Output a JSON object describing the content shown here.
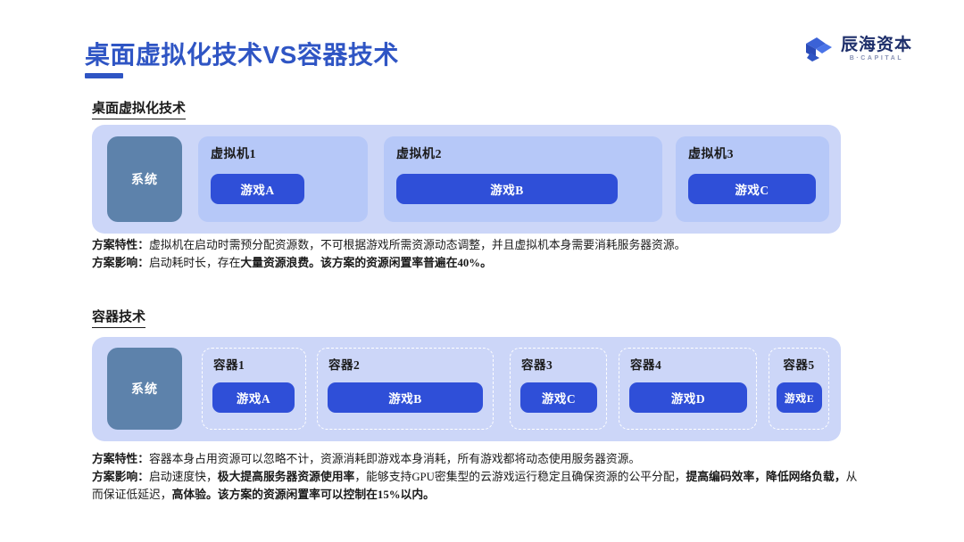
{
  "header": {
    "title": "桌面虚拟化技术VS容器技术",
    "accent_color": "#2f55c4",
    "logo": {
      "name_cn": "辰海资本",
      "name_en": "B·CAPITAL"
    }
  },
  "sections": [
    {
      "heading": "桌面虚拟化技术",
      "system_label": "系统",
      "blocks": [
        {
          "label": "虚拟机1",
          "game": "游戏A"
        },
        {
          "label": "虚拟机2",
          "game": "游戏B"
        },
        {
          "label": "虚拟机3",
          "game": "游戏C"
        }
      ],
      "notes": {
        "feature_lead": "方案特性：",
        "feature_text": "虚拟机在启动时需预分配资源数，不可根据游戏所需资源动态调整，并且虚拟机本身需要消耗服务器资源。",
        "impact_lead": "方案影响：",
        "impact_part1": "启动耗时长，存在",
        "impact_strong1": "大量资源浪费。",
        "impact_part2": "该方案的资源闲置率普遍在40%。"
      }
    },
    {
      "heading": "容器技术",
      "system_label": "系统",
      "blocks": [
        {
          "label": "容器1",
          "game": "游戏A"
        },
        {
          "label": "容器2",
          "game": "游戏B"
        },
        {
          "label": "容器3",
          "game": "游戏C"
        },
        {
          "label": "容器4",
          "game": "游戏D"
        },
        {
          "label": "容器5",
          "game": "游戏E"
        }
      ],
      "notes": {
        "feature_lead": "方案特性：",
        "feature_text": "容器本身占用资源可以忽略不计，资源消耗即游戏本身消耗，所有游戏都将动态使用服务器资源。",
        "impact_lead": "方案影响：",
        "impact_part1": "启动速度快，",
        "impact_strong1": "极大提高服务器资源使用率",
        "impact_part2": "，能够支持GPU密集型的云游戏运行稳定且确保资源的公平分配，",
        "impact_strong2": "提高编码效率，降低网络负载，",
        "impact_part3": "从而保证低延迟，",
        "impact_strong3": "高体验。该方案的资源闲置率可以控制在15%以内。"
      }
    }
  ],
  "colors": {
    "panel_bg": "#ccd6f8",
    "system_box": "#5d82ab",
    "vm_box": "#b6c8f8",
    "game_box": "#2f4fd8",
    "title": "#2f55c4"
  }
}
